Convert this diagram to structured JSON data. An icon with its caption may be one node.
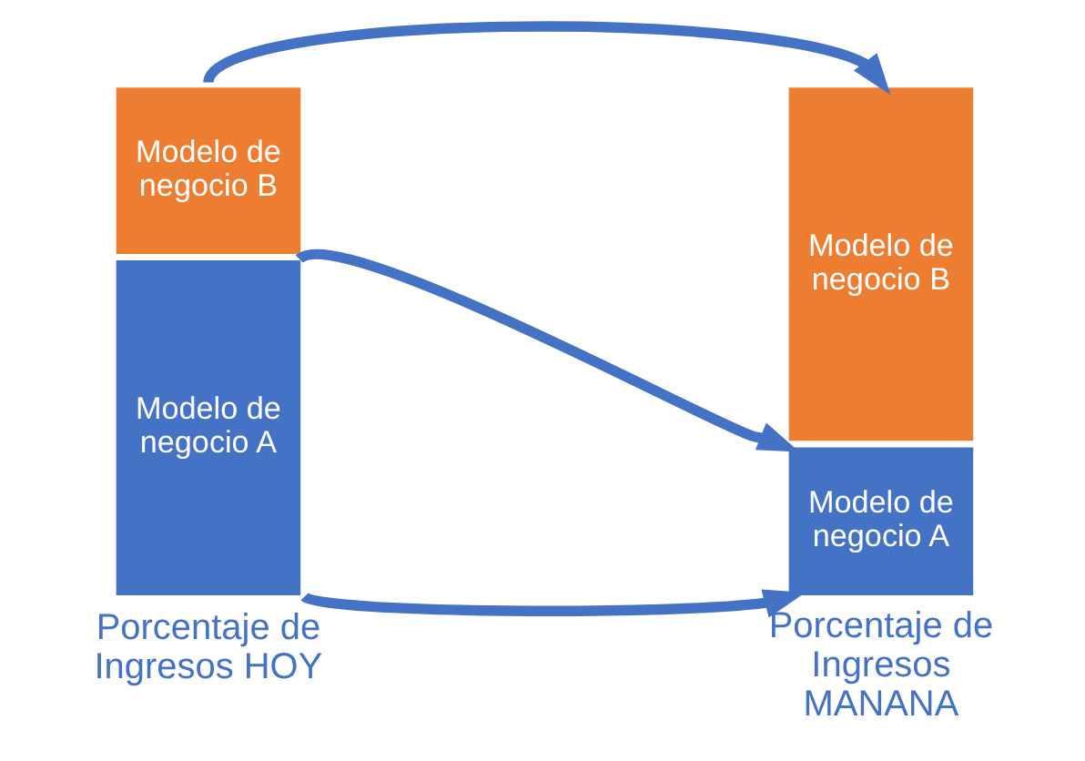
{
  "diagram": {
    "nodes": [
      {
        "text": [
          "Modelo de negocio B"
        ]
      },
      {
        "text": [
          "Modelo de negocio A"
        ]
      },
      {
        "text": [
          "Modelo de negocio B"
        ]
      },
      {
        "text": [
          "Modelo de negocio A"
        ]
      }
    ],
    "edges": [
      {
        "from": 0,
        "to": 2,
        "arrow": "to"
      },
      {
        "from": 1,
        "to": 3,
        "arrow": "to"
      },
      {
        "from": 1,
        "to": 3,
        "arrow": "to"
      }
    ],
    "labels": [
      "Porcentaje de Ingresos HOY",
      "Porcentaje de Ingresos MANANA"
    ]
  }
}
